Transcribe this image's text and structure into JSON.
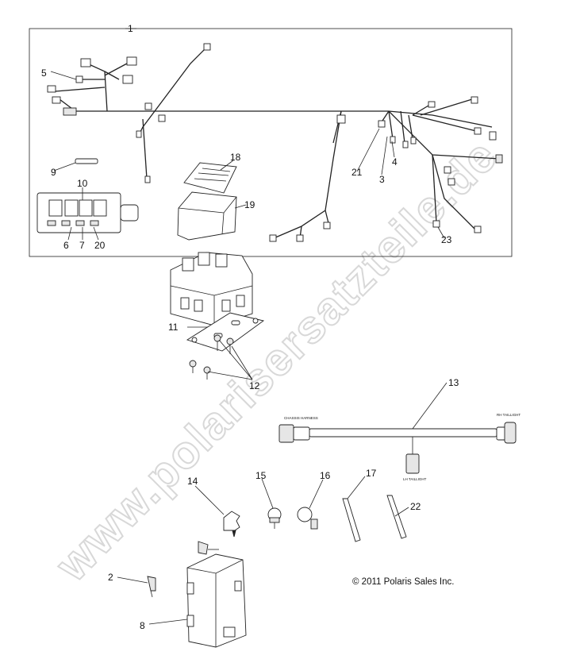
{
  "diagram": {
    "callouts": [
      "1",
      "2",
      "3",
      "4",
      "5",
      "6",
      "7",
      "8",
      "9",
      "10",
      "11",
      "12",
      "13",
      "14",
      "15",
      "16",
      "17",
      "18",
      "19",
      "20",
      "21",
      "22",
      "23"
    ],
    "copyright": "© 2011 Polaris Sales Inc.",
    "watermark": "www.polarisersatzteile.de",
    "harness_labels": {
      "chassis": "CHASSIS HARNESS",
      "rh_taillight": "RH TAILLIGHT",
      "lh_taillight": "LH TAILLIGHT"
    }
  }
}
